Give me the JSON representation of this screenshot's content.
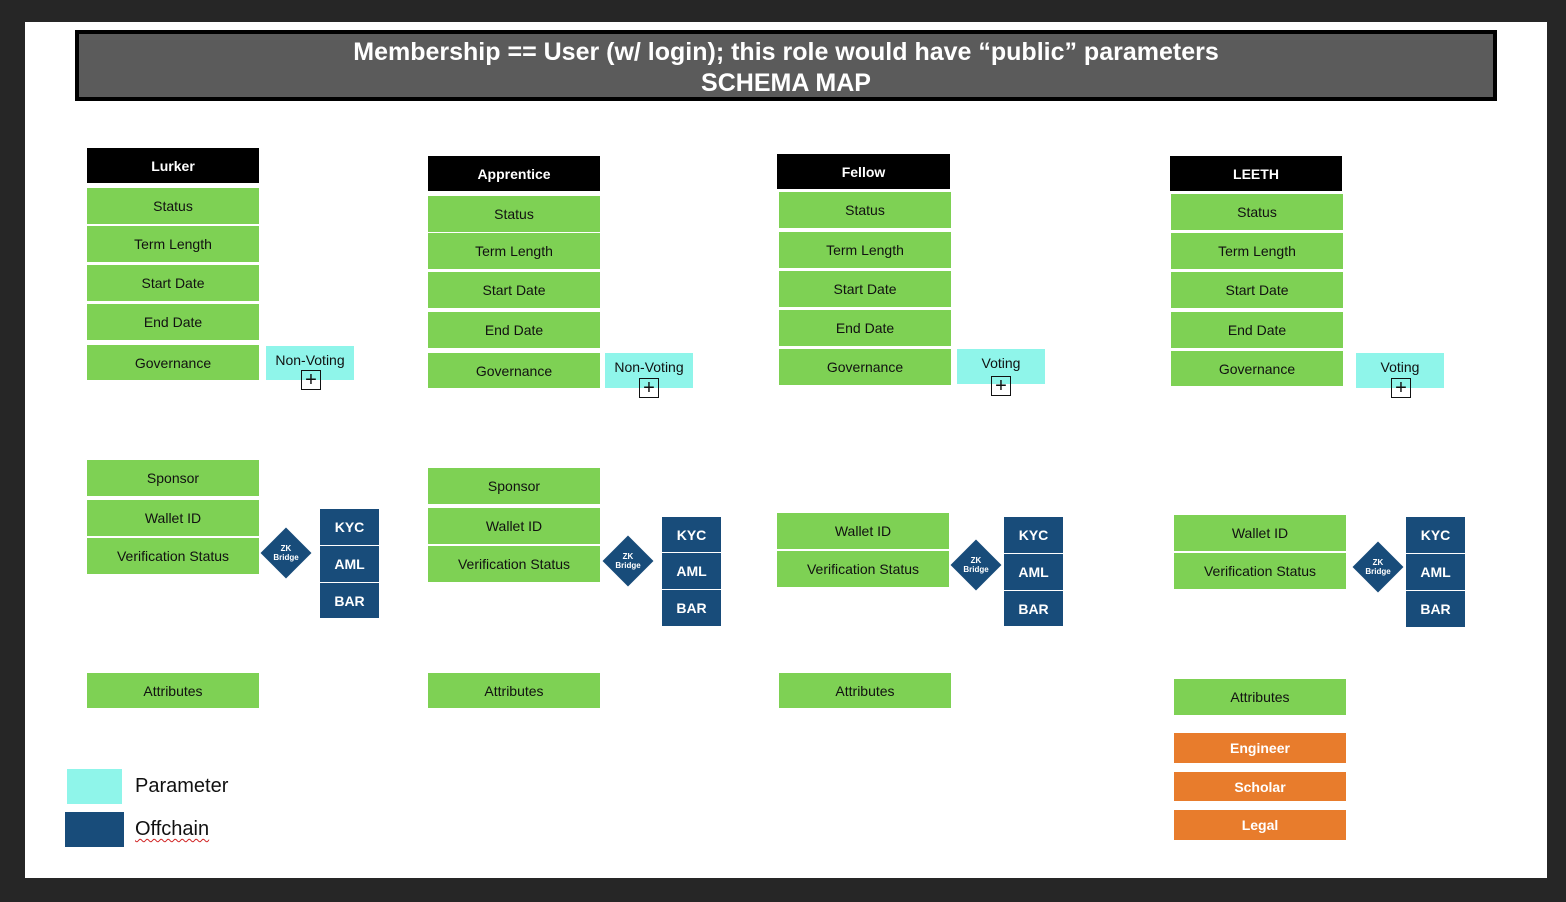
{
  "header": {
    "line1": "Membership == User (w/ login); this role would have “public” parameters",
    "line2": "SCHEMA MAP"
  },
  "columns": [
    {
      "role": "Lurker",
      "fields": [
        "Status",
        "Term Length",
        "Start Date",
        "End Date",
        "Governance"
      ],
      "governance_param": "Non-Voting",
      "identity": [
        "Sponsor",
        "Wallet ID",
        "Verification Status"
      ],
      "attributes": "Attributes"
    },
    {
      "role": "Apprentice",
      "fields": [
        "Status",
        "Term Length",
        "Start Date",
        "End Date",
        "Governance"
      ],
      "governance_param": "Non-Voting",
      "identity": [
        "Sponsor",
        "Wallet ID",
        "Verification Status"
      ],
      "attributes": "Attributes"
    },
    {
      "role": "Fellow",
      "fields": [
        "Status",
        "Term Length",
        "Start Date",
        "End Date",
        "Governance"
      ],
      "governance_param": "Voting",
      "identity": [
        "Wallet ID",
        "Verification Status"
      ],
      "attributes": "Attributes"
    },
    {
      "role": "LEETH",
      "fields": [
        "Status",
        "Term Length",
        "Start Date",
        "End Date",
        "Governance"
      ],
      "governance_param": "Voting",
      "identity": [
        "Wallet ID",
        "Verification Status"
      ],
      "attributes": "Attributes",
      "attribute_values": [
        "Engineer",
        "Scholar",
        "Legal"
      ]
    }
  ],
  "bridge": {
    "line1": "ZK",
    "line2": "Bridge"
  },
  "offchain_checks": [
    "KYC",
    "AML",
    "BAR"
  ],
  "legend": [
    {
      "label": "Parameter",
      "color": "#8ff5ea"
    },
    {
      "label": "Offchain",
      "color": "#184c7a"
    }
  ],
  "colors": {
    "field": "#7ed154",
    "parameter": "#8ff5ea",
    "offchain": "#184c7a",
    "attribute_value": "#e87c2c",
    "role": "#000000",
    "header": "#5b5b5b"
  }
}
